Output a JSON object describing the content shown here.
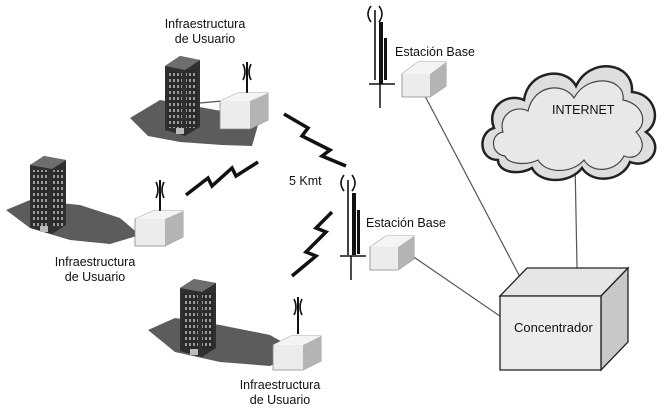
{
  "labels": {
    "user1_line1": "Infraestructura",
    "user1_line2": "de Usuario",
    "user2_line1": "Infraestructura",
    "user2_line2": "de Usuario",
    "user3_line1": "Infraestructura",
    "user3_line2": "de Usuario",
    "base_station_top": "Estación Base",
    "base_station_mid": "Estación Base",
    "distance": "5 Kmt",
    "internet": "INTERNET",
    "concentrator": "Concentrador"
  },
  "colors": {
    "shadow": "#5c5c5c",
    "building": "#3a3a3a",
    "building_light": "#8a8a8a",
    "box_light": "#ececec",
    "box_side": "#b4b4b4",
    "line": "#555555",
    "cloud": "#e0e0e0",
    "black": "#111111"
  },
  "icons": [
    "office-building-icon",
    "antenna-icon",
    "base-station-tower-icon",
    "lightning-bolt-icon",
    "cloud-icon",
    "concentrator-box-icon"
  ]
}
